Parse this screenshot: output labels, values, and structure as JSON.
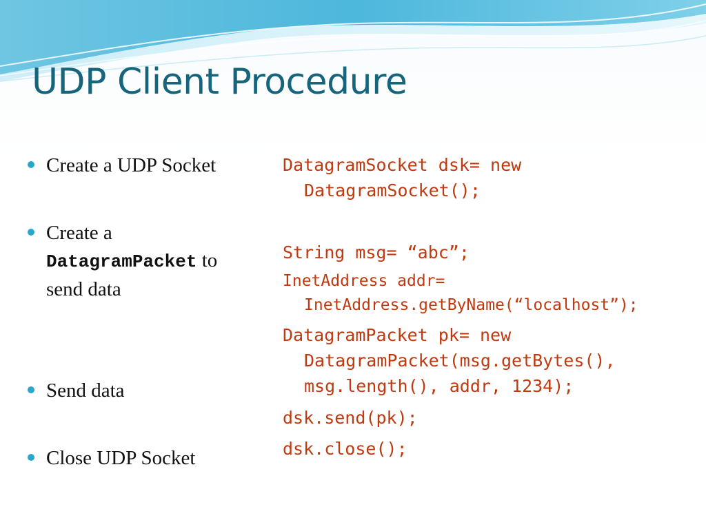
{
  "slide": {
    "title": "UDP Client Procedure",
    "bullets": [
      {
        "text": "Create a UDP Socket"
      },
      {
        "prefix": "Create a",
        "code": "DatagramPacket",
        "suffix": " to",
        "line2": "send data"
      },
      {
        "text": "Send data"
      },
      {
        "text": "Close UDP Socket"
      }
    ],
    "code": {
      "socket": [
        "DatagramSocket dsk= new",
        "DatagramSocket();"
      ],
      "msg": "String msg= “abc”;",
      "addr": [
        "InetAddress addr=",
        "InetAddress.getByName(“localhost”);"
      ],
      "packet": [
        "DatagramPacket pk= new",
        "DatagramPacket(msg.getBytes(),",
        "msg.length(), addr, 1234);"
      ],
      "send": "dsk.send(pk);",
      "close": "dsk.close();"
    },
    "colors": {
      "title": "#17657d",
      "code": "#c0390f",
      "bullet": "#29a8cf"
    }
  }
}
